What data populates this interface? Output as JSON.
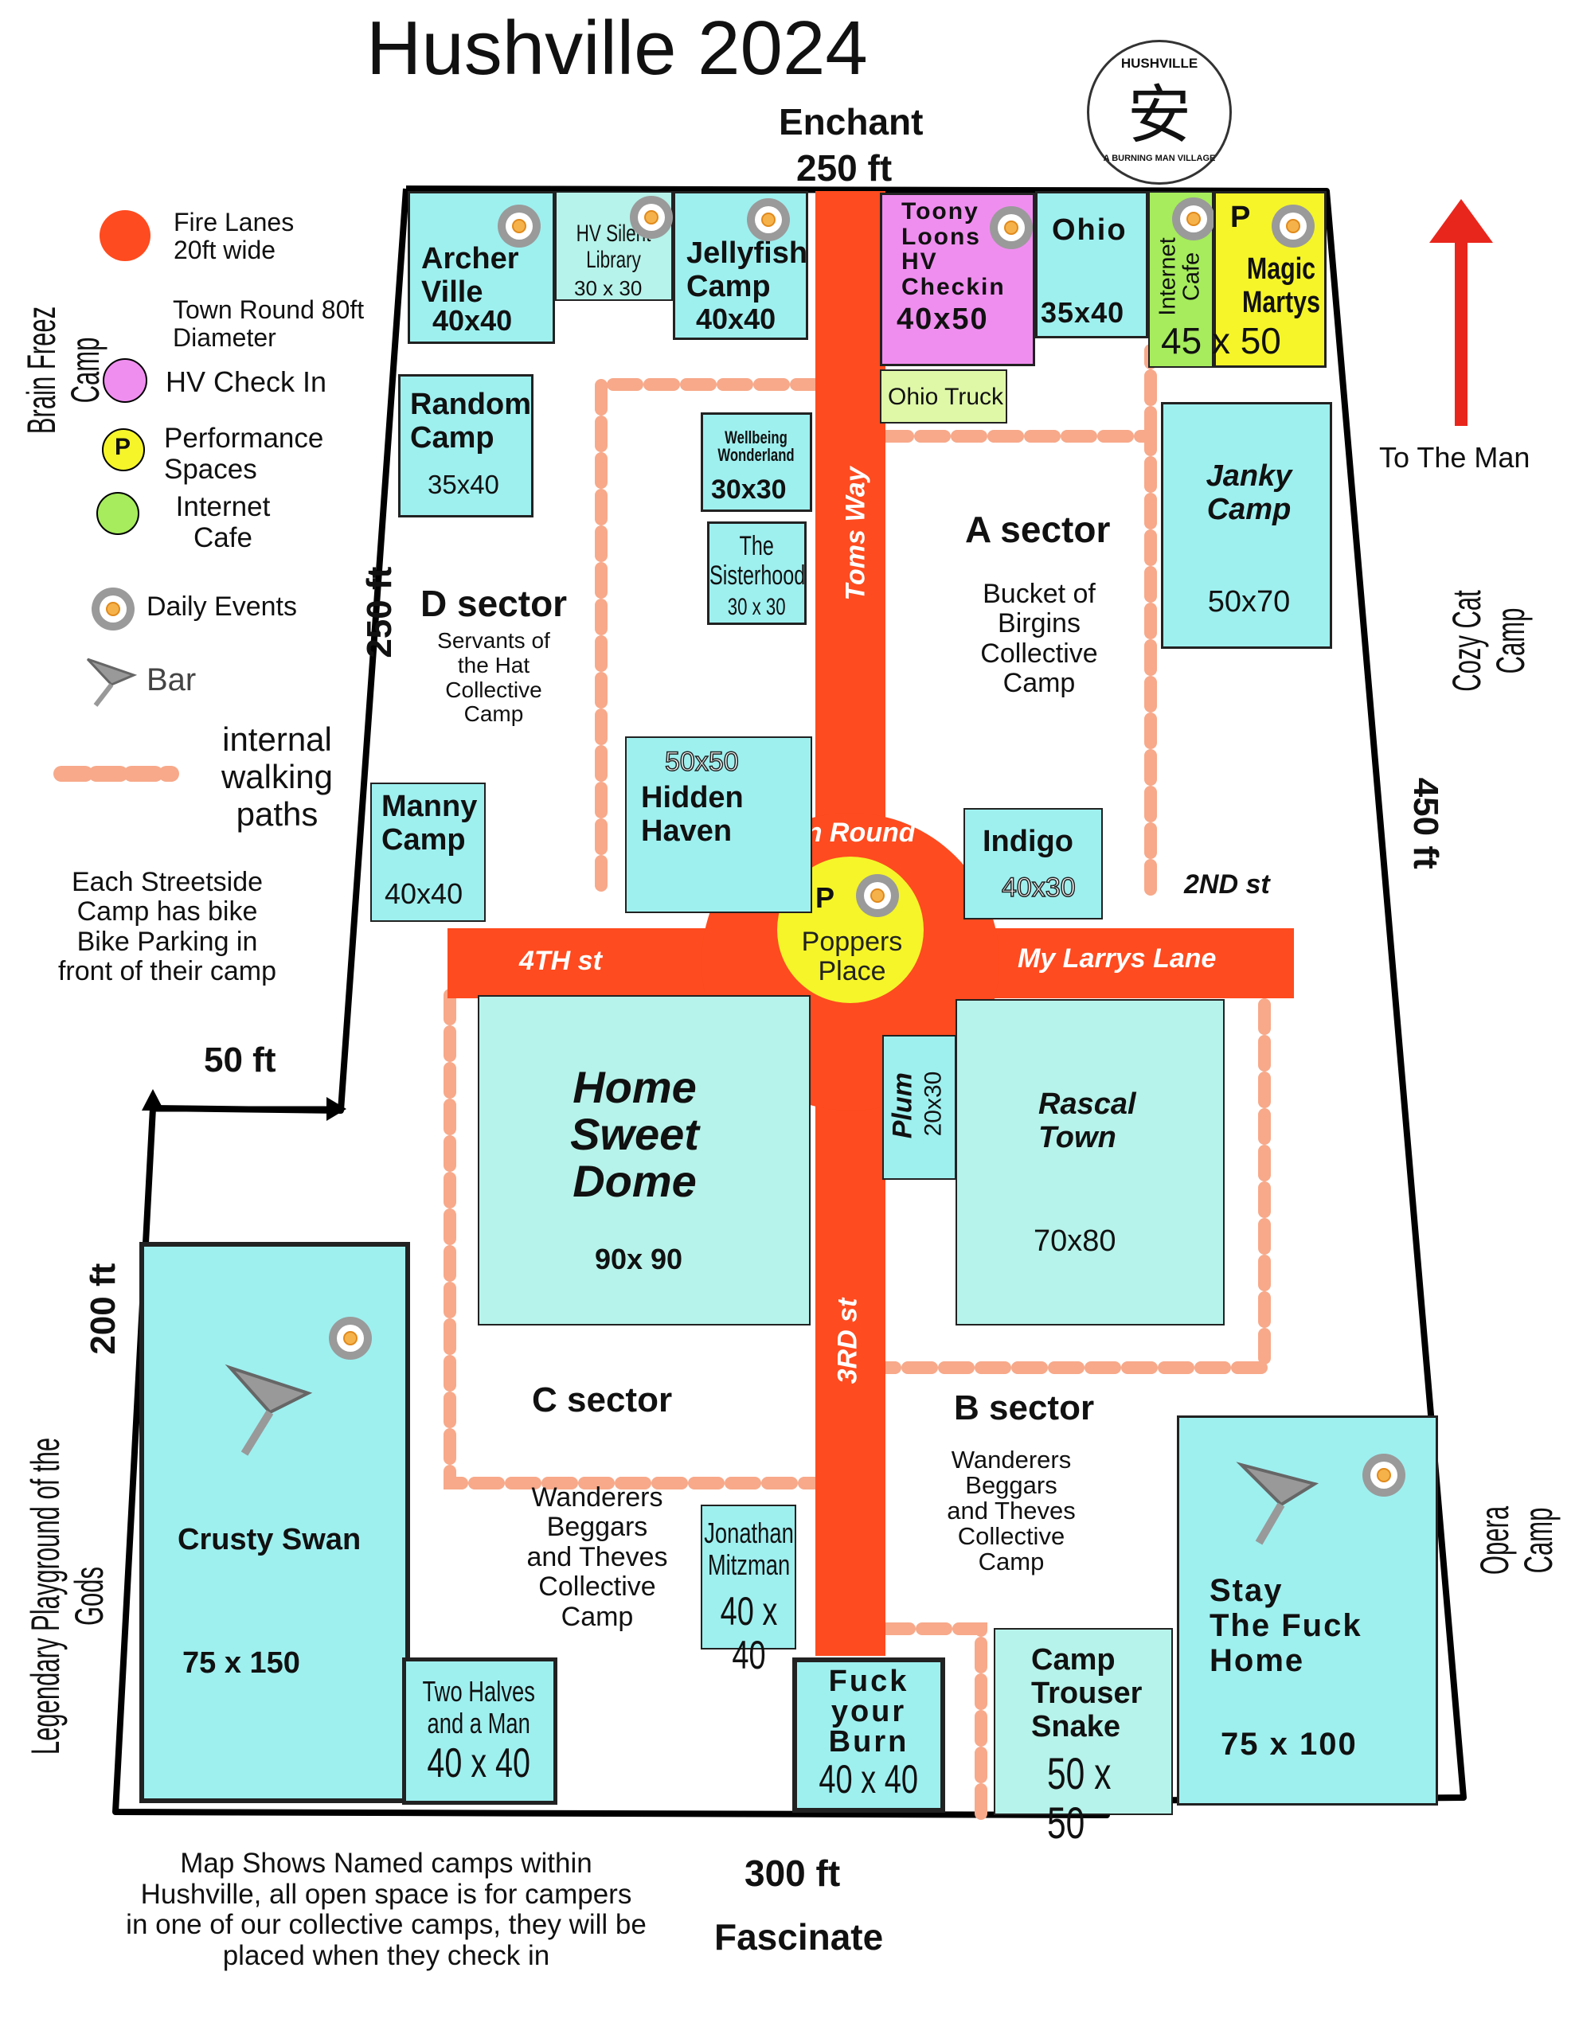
{
  "title": "Hushville 2024",
  "logo": {
    "top_text": "HUSHVILLE",
    "glyph": "安",
    "bottom_text": "A BURNING MAN VILLAGE"
  },
  "edges": {
    "top_street": "Enchant",
    "top_dim": "250 ft",
    "bottom_dim": "300 ft",
    "bottom_street": "Fascinate",
    "left_dim": "250 ft",
    "right_dim": "450 ft",
    "lower_left_dim": "200 ft",
    "jog_dim": "50 ft"
  },
  "neighbors": {
    "left_top": "Brain Freez Camp",
    "left_bottom": "Legendary Playground of the Gods",
    "right_top": "Cozy Cat Camp",
    "right_bottom": "Opera Camp"
  },
  "to_the_man": "To The Man",
  "legend": {
    "fire_lanes": "Fire Lanes\n20ft wide",
    "town_round": "Town Round 80ft\nDiameter",
    "checkin": "HV Check In",
    "performance": "Performance\nSpaces",
    "performance_symbol": "P",
    "internet": "Internet\nCafe",
    "daily_events": "Daily Events",
    "bar": "Bar",
    "paths": "internal\nwalking\npaths"
  },
  "note_bike": "Each Streetside\nCamp has bike\nBike Parking in\nfront of their camp",
  "note_bottom": "Map Shows Named camps within\nHushville, all open space is for campers\nin one of our collective camps, they will be\nplaced when they check in",
  "streets": {
    "north": "Toms Way",
    "west": "4TH st",
    "east": "My Larrys Lane",
    "south": "3RD st",
    "second": "2ND st",
    "round": "Town Round",
    "round_center": "Poppers\nPlace",
    "round_symbol": "P"
  },
  "sectors": {
    "a": {
      "name": "A sector",
      "desc": "Bucket of\nBirgins\nCollective\nCamp"
    },
    "b": {
      "name": "B sector",
      "desc": "Wanderers\nBeggars\nand Theves\nCollective\nCamp"
    },
    "c": {
      "name": "C sector",
      "desc": "Wanderers\nBeggars\nand Theves\nCollective\nCamp"
    },
    "d": {
      "name": "D sector",
      "desc": "Servants of\nthe Hat\nCollective\nCamp"
    }
  },
  "camps": {
    "archer": {
      "name": "Archer\nVille",
      "size": "40x40"
    },
    "library": {
      "name": "HV Silent\nLibrary",
      "size": "30 x 30"
    },
    "jellyfish": {
      "name": "Jellyfish\nCamp",
      "size": "40x40"
    },
    "toony": {
      "name": "Toony\nLoons\nHV\nCheckin",
      "size": "40x50"
    },
    "ohio": {
      "name": "Ohio",
      "size": "35x40"
    },
    "internet": {
      "name": "Internet\nCafe"
    },
    "magic": {
      "name": "Magic\nMartys",
      "symbol": "P"
    },
    "shared_size": "45 x 50",
    "ohio_truck": {
      "name": "Ohio Truck"
    },
    "random": {
      "name": "Random\nCamp",
      "size": "35x40"
    },
    "wellbeing": {
      "name": "Wellbeing\nWonderland",
      "size": "30x30"
    },
    "sisterhood": {
      "name": "The\nSisterhood",
      "size": "30 x 30"
    },
    "janky": {
      "name": "Janky\nCamp",
      "size": "50x70"
    },
    "hidden": {
      "name": "Hidden\nHaven",
      "size": "50x50"
    },
    "manny": {
      "name": "Manny\nCamp",
      "size": "40x40"
    },
    "indigo": {
      "name": "Indigo",
      "size": "40x30"
    },
    "home": {
      "name": "Home\nSweet\nDome",
      "size": "90x 90"
    },
    "plum": {
      "name": "Plum",
      "size": "20x30"
    },
    "rascal": {
      "name": "Rascal\nTown",
      "size": "70x80"
    },
    "crusty": {
      "name": "Crusty Swan",
      "size": "75 x 150"
    },
    "two_halves": {
      "name": "Two Halves\nand a Man",
      "size": "40 x 40"
    },
    "jonathan": {
      "name": "Jonathan\nMitzman",
      "size": "40 x 40"
    },
    "fyb": {
      "name": "Fuck\nyour\nBurn",
      "size": "40 x 40"
    },
    "trouser": {
      "name": "Camp\nTrouser\nSnake",
      "size": "50 x 50"
    },
    "stay": {
      "name": "Stay\nThe Fuck\nHome",
      "size": "75 x 100"
    }
  },
  "colors": {
    "fire_lane": "#fe4b1f",
    "camp": "#9ef0ef",
    "checkin": "#f08ef0",
    "performance": "#f5f52a",
    "internet": "#a6ec5c",
    "path": "#f7a98a",
    "arrow": "#e9261c"
  }
}
